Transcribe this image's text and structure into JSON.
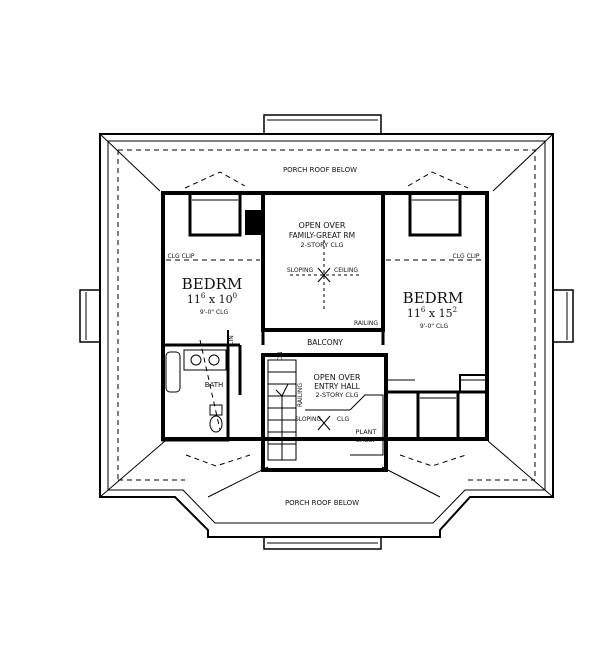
{
  "labels": {
    "porch_roof_top": "PORCH ROOF BELOW",
    "porch_roof_bottom": "PORCH ROOF BELOW",
    "open_over_family": "OPEN OVER",
    "family_great_rm": "FAMILY-GREAT RM",
    "story_clg_1": "2-STORY CLG",
    "sloping": "SLOPING",
    "ceiling": "CEILING",
    "railing_1": "RAILING",
    "balcony": "BALCONY",
    "bedrm_left": "BEDRM",
    "bedrm_left_dim_a": "11",
    "bedrm_left_dim_a_sup": "6",
    "bedrm_left_dim_x": " x 10",
    "bedrm_left_dim_b_sup": "0",
    "bedrm_left_clg": "9'-0\" CLG",
    "clg_clip_left": "CLG CLIP",
    "bedrm_right": "BEDRM",
    "bedrm_right_dim_a": "11",
    "bedrm_right_dim_a_sup": "6",
    "bedrm_right_dim_x": " x 15",
    "bedrm_right_dim_b_sup": "2",
    "bedrm_right_clg": "9'-0\" CLG",
    "clg_clip_right": "CLG CLIP",
    "lin": "LIN",
    "bath": "BATH",
    "dn": "DN",
    "open_over_entry": "OPEN OVER",
    "entry_hall": "ENTRY HALL",
    "story_clg_2": "2-STORY CLG",
    "railing_2": "RAILING",
    "sloping_2": "SLOPING",
    "clg_2": "CLG",
    "plant": "PLANT",
    "shelf": "SHELF"
  }
}
